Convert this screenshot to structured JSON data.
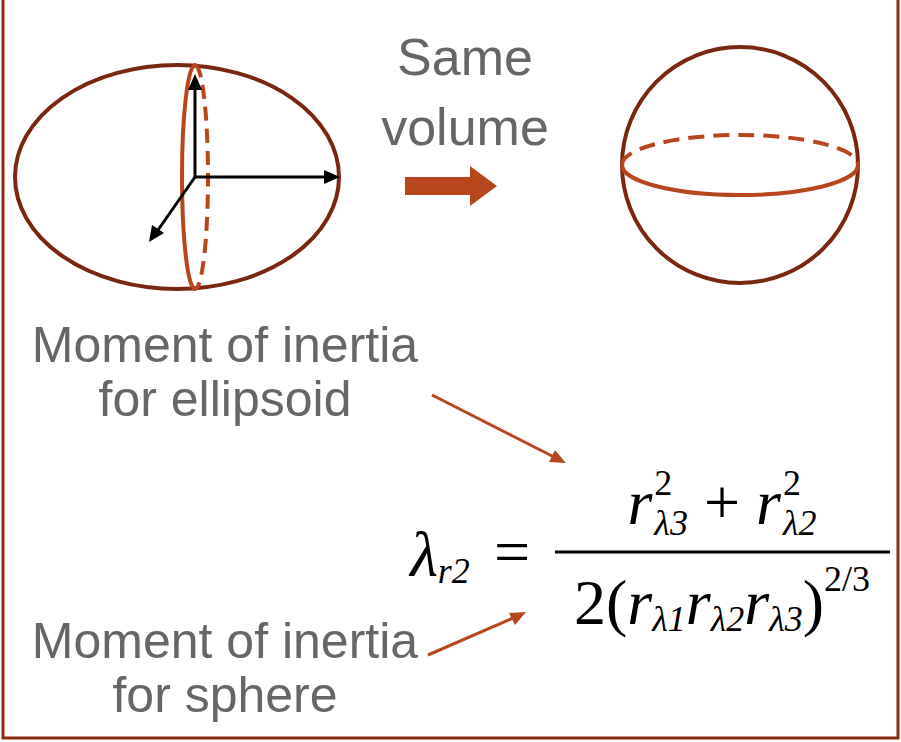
{
  "diagram": {
    "labels": [
      "Same volume",
      "Moment of inertia for ellipsoid",
      "Moment of inertia for sphere",
      "λ",
      "r2",
      "=",
      "r",
      "2",
      "λ3",
      "+",
      "r",
      "2",
      "λ2",
      "2(",
      "r",
      "λ1",
      "r",
      "λ2",
      "r",
      "λ3",
      ")",
      "2/3"
    ]
  }
}
